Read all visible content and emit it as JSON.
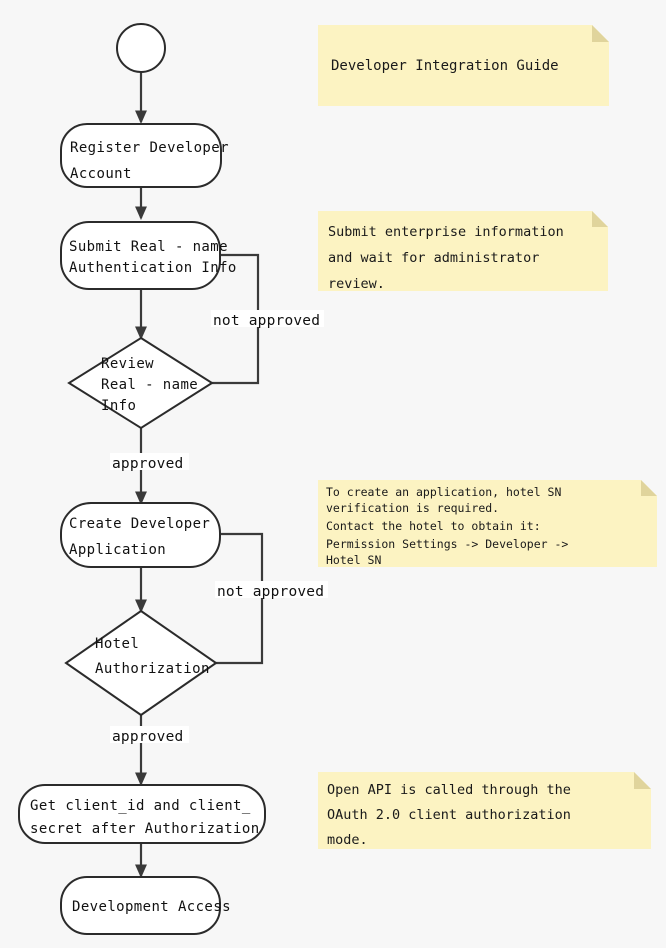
{
  "diagram": {
    "title": "Developer Integration Guide",
    "background_color": "#f7f7f7",
    "shape_fill": "#ffffff",
    "shape_stroke": "#2b2b2b",
    "note_color": "#fcf3c2",
    "note_fold_color": "#e0d49c",
    "edge_color": "#3a3a3a"
  },
  "nodes": {
    "start": {
      "type": "start-circle",
      "label": ""
    },
    "register": {
      "type": "rounded-rect",
      "line1": "Register Developer",
      "line2": "Account"
    },
    "submit": {
      "type": "rounded-rect",
      "line1": "Submit Real - name",
      "line2": "Authentication Info"
    },
    "review": {
      "type": "decision-diamond",
      "line1": "Review",
      "line2": "Real - name",
      "line3": "Info"
    },
    "create_app": {
      "type": "rounded-rect",
      "line1": "Create Developer",
      "line2": "Application"
    },
    "hotel_auth": {
      "type": "decision-diamond",
      "line1": "Hotel",
      "line2": "Authorization"
    },
    "get_client": {
      "type": "rounded-rect",
      "line1": "Get client_id and client_",
      "line2": "secret after Authorization"
    },
    "dev_access": {
      "type": "rounded-rect",
      "line1": "Development Access"
    }
  },
  "edge_labels": {
    "review_not_approved": "not approved",
    "review_approved": "approved",
    "hotel_not_approved": "not approved",
    "hotel_approved": "approved"
  },
  "notes": {
    "guide": {
      "lines": [
        "Developer Integration Guide"
      ]
    },
    "submit_info": {
      "lines": [
        "Submit enterprise information",
        "  and wait for administrator",
        "  review."
      ]
    },
    "hotel_sn": {
      "lines": [
        "To create an application, hotel SN",
        "verification is required.",
        "Contact the hotel to obtain it:",
        "Permission Settings -> Developer ->",
        " Hotel SN"
      ]
    },
    "open_api": {
      "lines": [
        "Open API is called through the",
        "OAuth 2.0 client authorization",
        "mode."
      ]
    }
  }
}
